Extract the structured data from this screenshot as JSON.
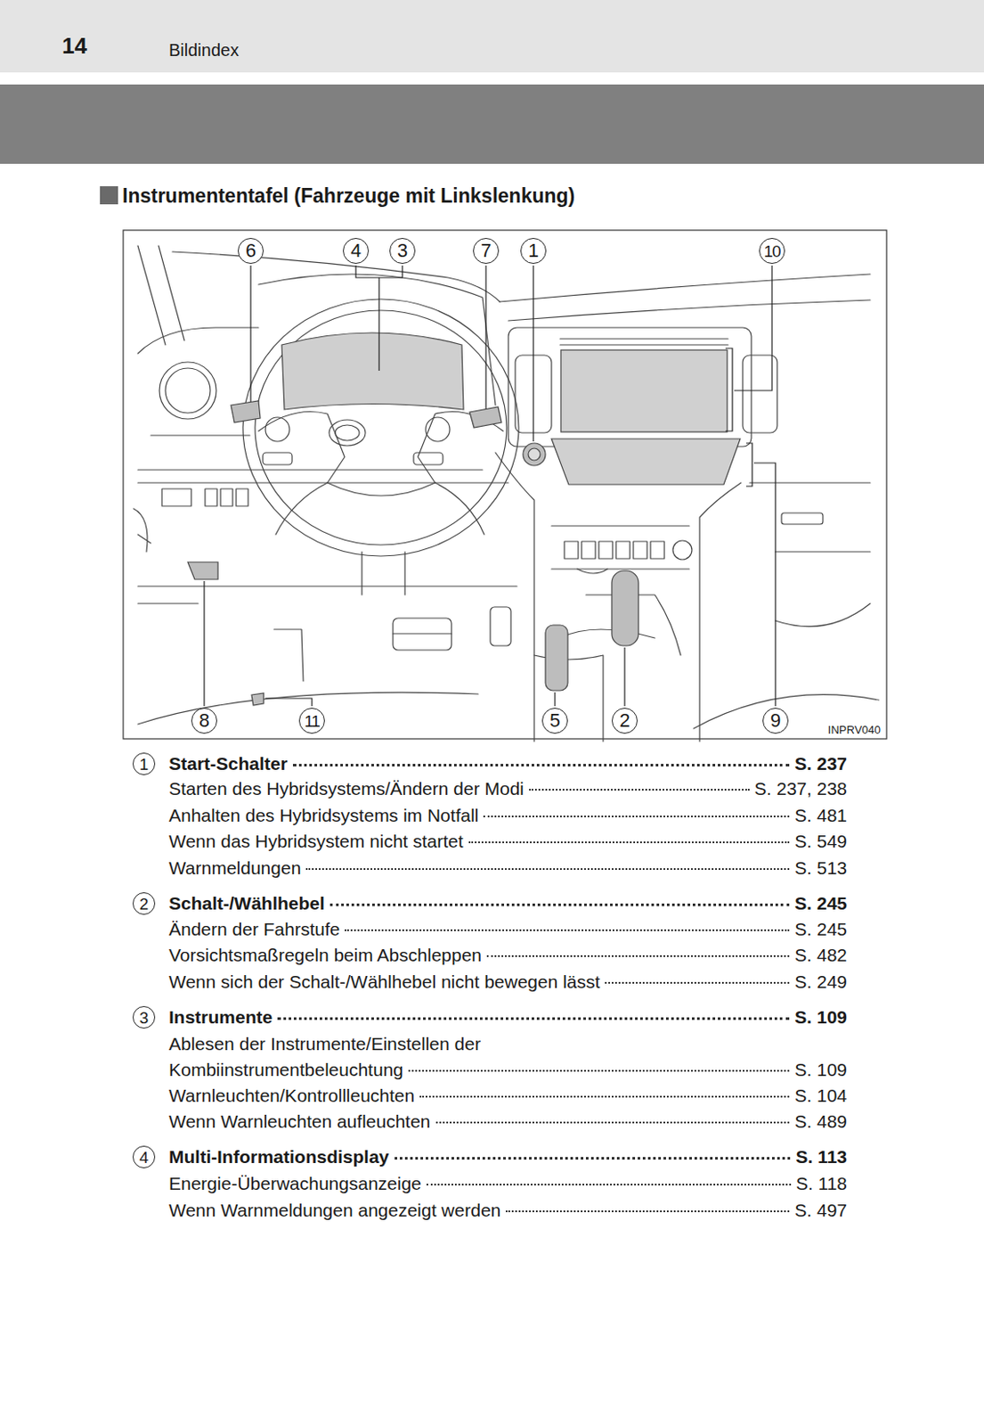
{
  "diagram": {
    "title": "Instrumententafel (Fahrzeuge mit Linkslenkung)",
    "nodes": [
      {
        "text": [
          "14",
          "Bildindex"
        ]
      },
      {
        "text": [
          "6"
        ]
      },
      {
        "text": [
          "4"
        ]
      },
      {
        "text": [
          "3"
        ]
      },
      {
        "text": [
          "7"
        ]
      },
      {
        "text": [
          "1"
        ]
      },
      {
        "text": [
          "10"
        ]
      },
      {
        "text": [
          "8"
        ]
      },
      {
        "text": [
          "11"
        ]
      },
      {
        "text": [
          "5"
        ]
      },
      {
        "text": [
          "2"
        ]
      },
      {
        "text": [
          "9"
        ]
      },
      {
        "text": [
          "1"
        ]
      },
      {
        "text": [
          "2"
        ]
      },
      {
        "text": [
          "3"
        ]
      },
      {
        "text": [
          "4"
        ]
      }
    ],
    "labels": [
      "INPRV040",
      "Start-Schalter",
      "S. 237",
      "Starten des Hybridsystems/Ändern der Modi",
      "S. 237, 238",
      "Anhalten des Hybridsystems im Notfall",
      "S. 481",
      "Wenn das Hybridsystem nicht startet",
      "S. 549",
      "Warnmeldungen",
      "S. 513",
      "Schalt-/Wählhebel",
      "S. 245",
      "Ändern der Fahrstufe",
      "S. 245",
      "Vorsichtsmaßregeln beim Abschleppen",
      "S. 482",
      "Wenn sich der Schalt-/Wählhebel nicht bewegen lässt",
      "S. 249",
      "Instrumente",
      "S. 109",
      "Ablesen der Instrumente/Einstellen der Kombiinstrumentbeleuchtung",
      "S. 109",
      "Warnleuchten/Kontrollleuchten",
      "S. 104",
      "Wenn Warnleuchten aufleuchten",
      "S. 489",
      "Multi-Informationsdisplay",
      "S. 113",
      "Energie-Überwachungsanzeige",
      "S. 118",
      "Wenn Warnmeldungen angezeigt werden",
      "S. 497"
    ]
  }
}
